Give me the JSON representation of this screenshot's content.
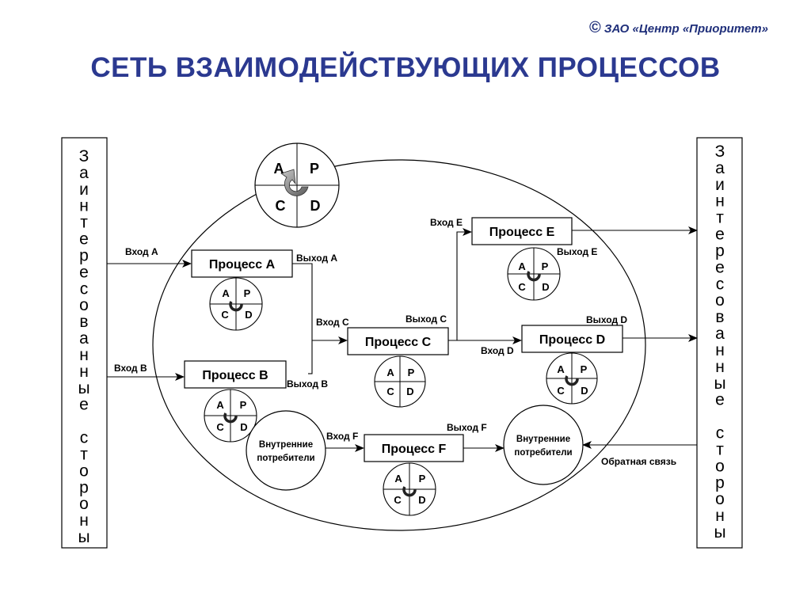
{
  "header": {
    "copyright_symbol": "©",
    "copyright": "ЗАО «Центр «Приоритет»",
    "title": "СЕТЬ ВЗАИМОДЕЙСТВУЮЩИХ ПРОЦЕССОВ"
  },
  "stakeholders": {
    "left": "Заинтересованные стороны",
    "right": "Заинтересованные стороны"
  },
  "processes": {
    "a": "Процесс A",
    "b": "Процесс B",
    "c": "Процесс C",
    "d": "Процесс D",
    "e": "Процесс E",
    "f": "Процесс F"
  },
  "flows": {
    "in_a": "Вход A",
    "out_a": "Выход A",
    "in_b": "Вход B",
    "out_b": "Выход B",
    "in_c": "Вход C",
    "out_c": "Выход C",
    "in_d": "Вход D",
    "out_d": "Выход D",
    "in_e": "Вход E",
    "out_e": "Выход E",
    "in_f": "Вход F",
    "out_f": "Выход F",
    "feedback": "Обратная связь"
  },
  "internal_consumers": {
    "line1": "Внутренние",
    "line2": "потребители"
  },
  "pdca": {
    "a": "A",
    "p": "P",
    "c": "C",
    "d": "D"
  }
}
